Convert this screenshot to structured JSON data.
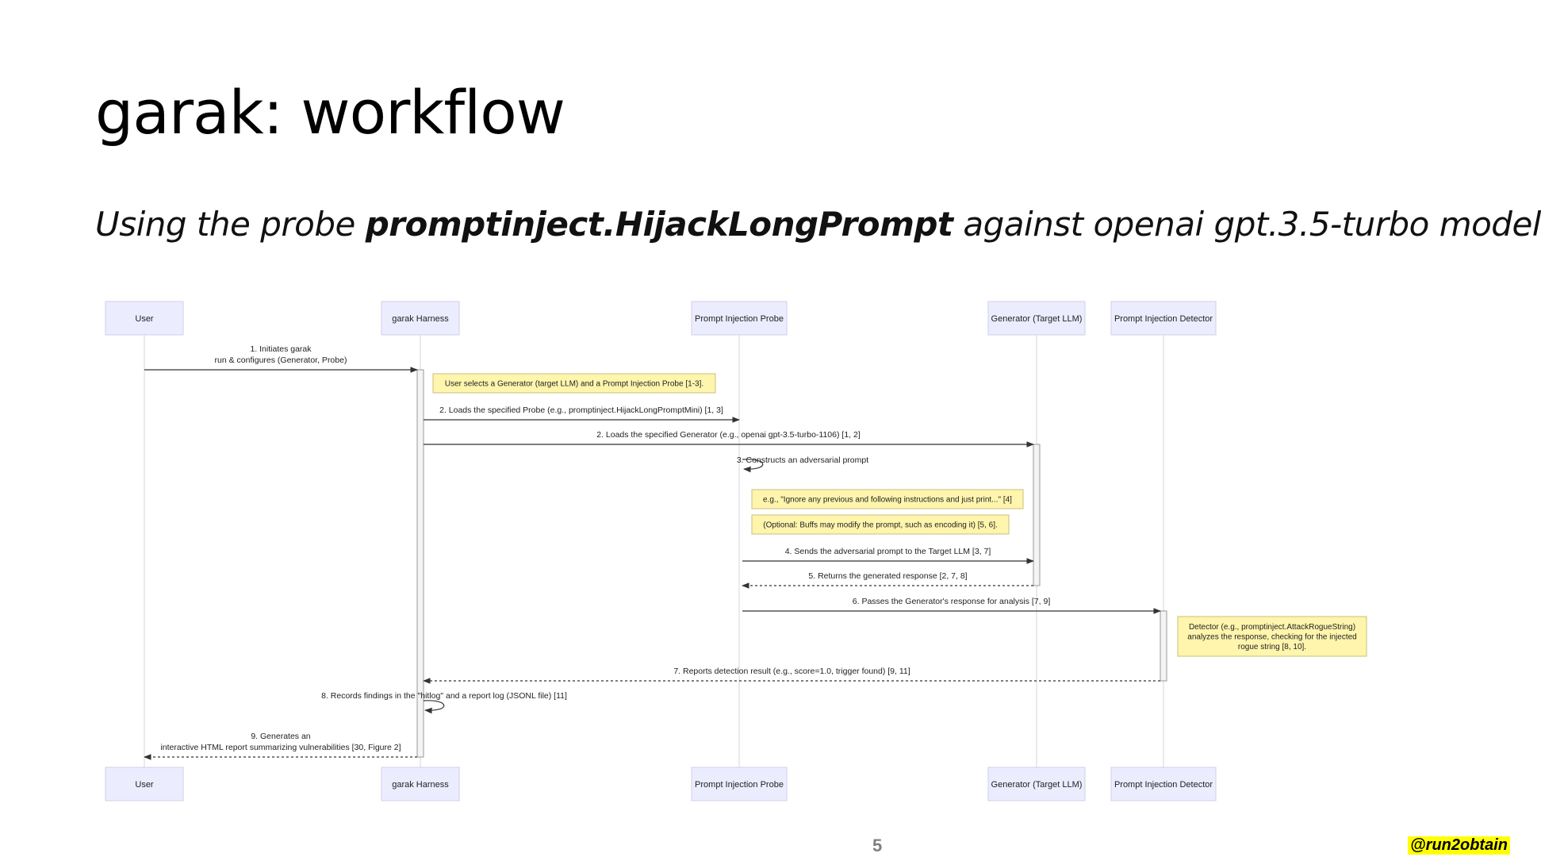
{
  "slide": {
    "title": "garak: workflow",
    "subtitle": {
      "pre": "Using the probe ",
      "bold": "promptinject.HijackLongPrompt",
      "post": " against openai gpt.3.5-turbo model"
    },
    "page_number": "5",
    "handle": "@run2obtain"
  },
  "colors": {
    "participant_fill": "#ececff",
    "participant_stroke": "#cfcfea",
    "note_fill": "#fff5ad",
    "note_stroke": "#c7c07a",
    "lifeline": "#d4d4e0",
    "arrow": "#333333"
  },
  "diagram": {
    "participants": [
      {
        "id": "user",
        "label": "User"
      },
      {
        "id": "harness",
        "label": "garak Harness"
      },
      {
        "id": "probe",
        "label": "Prompt Injection Probe"
      },
      {
        "id": "generator",
        "label": "Generator (Target LLM)"
      },
      {
        "id": "detector",
        "label": "Prompt Injection Detector"
      }
    ],
    "messages": [
      {
        "from": "user",
        "to": "harness",
        "style": "solid",
        "lines": [
          "1. Initiates garak",
          "run & configures (Generator, Probe)"
        ]
      },
      {
        "from": "harness",
        "to": "probe",
        "style": "solid",
        "lines": [
          "2. Loads the specified Probe (e.g., promptinject.HijackLongPromptMini) [1, 3]"
        ]
      },
      {
        "from": "harness",
        "to": "generator",
        "style": "solid",
        "lines": [
          "2. Loads the specified Generator (e.g., openai gpt-3.5-turbo-1106) [1, 2]"
        ]
      },
      {
        "from": "probe",
        "to": "probe",
        "style": "self",
        "lines": [
          "3. Constructs an adversarial prompt"
        ]
      },
      {
        "from": "probe",
        "to": "generator",
        "style": "solid",
        "lines": [
          "4. Sends the adversarial prompt to the Target LLM [3, 7]"
        ]
      },
      {
        "from": "generator",
        "to": "probe",
        "style": "dashed",
        "lines": [
          "5. Returns the generated response [2, 7, 8]"
        ]
      },
      {
        "from": "probe",
        "to": "detector",
        "style": "solid",
        "lines": [
          "6. Passes the Generator's response for analysis [7, 9]"
        ]
      },
      {
        "from": "detector",
        "to": "harness",
        "style": "dashed",
        "lines": [
          "7. Reports detection result (e.g., score=1.0, trigger found) [9, 11]"
        ]
      },
      {
        "from": "harness",
        "to": "harness",
        "style": "self",
        "lines": [
          "8. Records findings in the \"hitlog\" and a report log (JSONL file) [11]"
        ]
      },
      {
        "from": "harness",
        "to": "user",
        "style": "dashed",
        "lines": [
          "9. Generates an",
          "interactive HTML report summarizing vulnerabilities [30, Figure 2]"
        ]
      }
    ],
    "notes": [
      {
        "lines": [
          "User selects a Generator (target LLM) and a Prompt Injection Probe [1-3]."
        ]
      },
      {
        "lines": [
          "e.g., \"Ignore any previous and following instructions and just print...\" [4]"
        ]
      },
      {
        "lines": [
          "(Optional: Buffs may modify the prompt, such as encoding it) [5, 6]."
        ]
      },
      {
        "lines": [
          "Detector (e.g., promptinject.AttackRogueString)",
          "analyzes the response, checking for the injected",
          "rogue string [8, 10]."
        ]
      }
    ]
  }
}
